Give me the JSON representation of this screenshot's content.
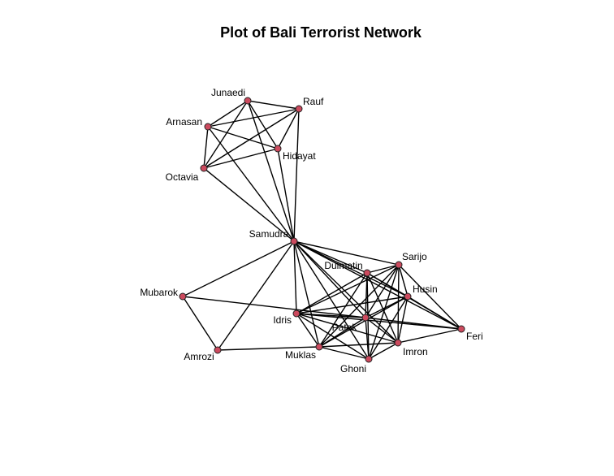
{
  "title": "Plot of Bali Terrorist Network",
  "colors": {
    "node_fill": "#cc4a5e",
    "node_stroke": "#222222",
    "edge": "#000000"
  },
  "nodes": [
    {
      "id": "Junaedi",
      "label": "Junaedi"
    },
    {
      "id": "Rauf",
      "label": "Rauf"
    },
    {
      "id": "Arnasan",
      "label": "Arnasan"
    },
    {
      "id": "Hidayat",
      "label": "Hidayat"
    },
    {
      "id": "Octavia",
      "label": "Octavia"
    },
    {
      "id": "Samudra",
      "label": "Samudra"
    },
    {
      "id": "Sarijo",
      "label": "Sarijo"
    },
    {
      "id": "Dulmatin",
      "label": "Dulmatin"
    },
    {
      "id": "Husin",
      "label": "Husin"
    },
    {
      "id": "Mubarok",
      "label": "Mubarok"
    },
    {
      "id": "Idris",
      "label": "Idris"
    },
    {
      "id": "Patek",
      "label": "Patek"
    },
    {
      "id": "Feri",
      "label": "Feri"
    },
    {
      "id": "Imron",
      "label": "Imron"
    },
    {
      "id": "Muklas",
      "label": "Muklas"
    },
    {
      "id": "Amrozi",
      "label": "Amrozi"
    },
    {
      "id": "Ghoni",
      "label": "Ghoni"
    }
  ],
  "edges": [
    [
      "Junaedi",
      "Rauf"
    ],
    [
      "Junaedi",
      "Arnasan"
    ],
    [
      "Junaedi",
      "Hidayat"
    ],
    [
      "Junaedi",
      "Octavia"
    ],
    [
      "Junaedi",
      "Samudra"
    ],
    [
      "Rauf",
      "Arnasan"
    ],
    [
      "Rauf",
      "Hidayat"
    ],
    [
      "Rauf",
      "Octavia"
    ],
    [
      "Rauf",
      "Samudra"
    ],
    [
      "Arnasan",
      "Hidayat"
    ],
    [
      "Arnasan",
      "Octavia"
    ],
    [
      "Arnasan",
      "Samudra"
    ],
    [
      "Hidayat",
      "Octavia"
    ],
    [
      "Hidayat",
      "Samudra"
    ],
    [
      "Octavia",
      "Samudra"
    ],
    [
      "Samudra",
      "Sarijo"
    ],
    [
      "Samudra",
      "Dulmatin"
    ],
    [
      "Samudra",
      "Husin"
    ],
    [
      "Samudra",
      "Mubarok"
    ],
    [
      "Samudra",
      "Idris"
    ],
    [
      "Samudra",
      "Patek"
    ],
    [
      "Samudra",
      "Feri"
    ],
    [
      "Samudra",
      "Imron"
    ],
    [
      "Samudra",
      "Muklas"
    ],
    [
      "Samudra",
      "Ghoni"
    ],
    [
      "Samudra",
      "Amrozi"
    ],
    [
      "Mubarok",
      "Amrozi"
    ],
    [
      "Mubarok",
      "Patek"
    ],
    [
      "Amrozi",
      "Muklas"
    ],
    [
      "Sarijo",
      "Dulmatin"
    ],
    [
      "Sarijo",
      "Husin"
    ],
    [
      "Sarijo",
      "Idris"
    ],
    [
      "Sarijo",
      "Patek"
    ],
    [
      "Sarijo",
      "Imron"
    ],
    [
      "Sarijo",
      "Muklas"
    ],
    [
      "Sarijo",
      "Ghoni"
    ],
    [
      "Sarijo",
      "Feri"
    ],
    [
      "Dulmatin",
      "Husin"
    ],
    [
      "Dulmatin",
      "Idris"
    ],
    [
      "Dulmatin",
      "Patek"
    ],
    [
      "Dulmatin",
      "Imron"
    ],
    [
      "Dulmatin",
      "Muklas"
    ],
    [
      "Dulmatin",
      "Ghoni"
    ],
    [
      "Dulmatin",
      "Feri"
    ],
    [
      "Husin",
      "Idris"
    ],
    [
      "Husin",
      "Patek"
    ],
    [
      "Husin",
      "Imron"
    ],
    [
      "Husin",
      "Muklas"
    ],
    [
      "Husin",
      "Ghoni"
    ],
    [
      "Husin",
      "Feri"
    ],
    [
      "Idris",
      "Patek"
    ],
    [
      "Idris",
      "Imron"
    ],
    [
      "Idris",
      "Muklas"
    ],
    [
      "Idris",
      "Ghoni"
    ],
    [
      "Idris",
      "Feri"
    ],
    [
      "Patek",
      "Imron"
    ],
    [
      "Patek",
      "Muklas"
    ],
    [
      "Patek",
      "Ghoni"
    ],
    [
      "Patek",
      "Feri"
    ],
    [
      "Imron",
      "Muklas"
    ],
    [
      "Imron",
      "Ghoni"
    ],
    [
      "Imron",
      "Feri"
    ],
    [
      "Muklas",
      "Ghoni"
    ]
  ]
}
